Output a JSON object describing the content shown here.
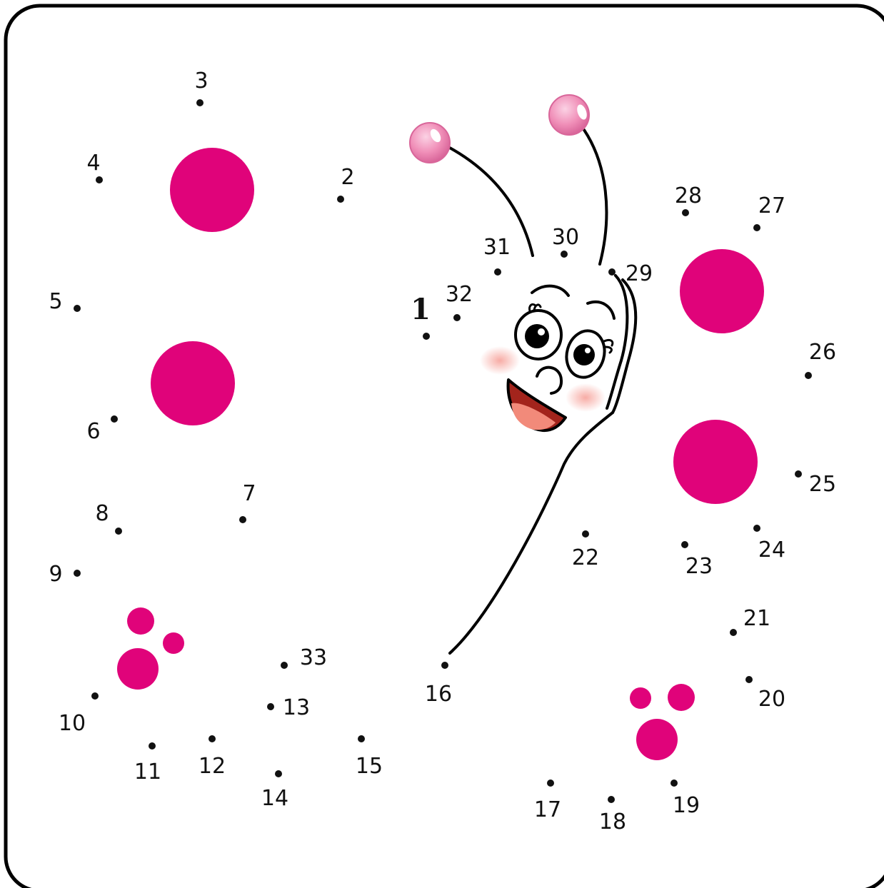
{
  "puzzle": {
    "type": "connect-the-dots",
    "colors": {
      "frame": "#000000",
      "paper": "#ffffff",
      "spot": "#e0037a",
      "antenna_ball": "#f08fb8",
      "antenna_ball_rim": "#d9669a",
      "cheek": "#f7a7a0",
      "mouth": "#a3241c",
      "tongue": "#f28a7a",
      "outline": "#000000"
    },
    "dots": [
      {
        "n": 1,
        "label": "1"
      },
      {
        "n": 2,
        "label": "2"
      },
      {
        "n": 3,
        "label": "3"
      },
      {
        "n": 4,
        "label": "4"
      },
      {
        "n": 5,
        "label": "5"
      },
      {
        "n": 6,
        "label": "6"
      },
      {
        "n": 7,
        "label": "7"
      },
      {
        "n": 8,
        "label": "8"
      },
      {
        "n": 9,
        "label": "9"
      },
      {
        "n": 10,
        "label": "10"
      },
      {
        "n": 11,
        "label": "11"
      },
      {
        "n": 12,
        "label": "12"
      },
      {
        "n": 13,
        "label": "13"
      },
      {
        "n": 14,
        "label": "14"
      },
      {
        "n": 15,
        "label": "15"
      },
      {
        "n": 16,
        "label": "16"
      },
      {
        "n": 17,
        "label": "17"
      },
      {
        "n": 18,
        "label": "18"
      },
      {
        "n": 19,
        "label": "19"
      },
      {
        "n": 20,
        "label": "20"
      },
      {
        "n": 21,
        "label": "21"
      },
      {
        "n": 22,
        "label": "22"
      },
      {
        "n": 23,
        "label": "23"
      },
      {
        "n": 24,
        "label": "24"
      },
      {
        "n": 25,
        "label": "25"
      },
      {
        "n": 26,
        "label": "26"
      },
      {
        "n": 27,
        "label": "27"
      },
      {
        "n": 28,
        "label": "28"
      },
      {
        "n": 29,
        "label": "29"
      },
      {
        "n": 30,
        "label": "30"
      },
      {
        "n": 31,
        "label": "31"
      },
      {
        "n": 32,
        "label": "32"
      },
      {
        "n": 33,
        "label": "33"
      }
    ]
  }
}
